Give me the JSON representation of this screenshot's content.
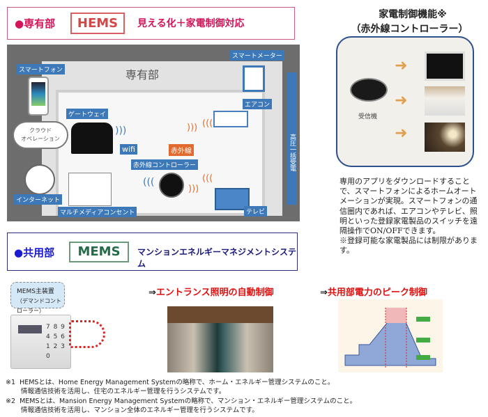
{
  "hems_header": {
    "section": "●専有部",
    "logo": "HEMS",
    "tagline": "見える化＋家電制御対応"
  },
  "diagram": {
    "room_title": "専有部",
    "labels": {
      "smartphone": "スマートフォン",
      "cloud_line1": "クラウド",
      "cloud_line2": "オペレーション",
      "internet": "インターネット",
      "gateway": "ゲートウェイ",
      "wifi": "wifi",
      "infrared": "赤外線",
      "ir_controller": "赤外線コントローラー",
      "multimedia_outlet": "マルチメディアコンセント",
      "smart_meter": "スマートメーター",
      "aircon": "エアコン",
      "tv": "テレビ",
      "high_voltage": "高圧一括受電"
    }
  },
  "ir_feature": {
    "title": "家電制御機能※",
    "subtitle": "（赤外線コントローラー）",
    "receiver_label": "受信機",
    "description": "専用のアプリをダウンロードすることで、スマートフォンによるホームオートメーションが実現。スマートフォンの通信圏内であれば、エアコンやテレビ、照明といった登録家電製品のスイッチを遠隔操作でON/OFFできます。",
    "note": "※登録可能な家電製品には制限があります。"
  },
  "mems_header": {
    "section": "●共用部",
    "logo": "MEMS",
    "tagline": "マンションエネルギーマネジメントシステム"
  },
  "mems": {
    "device_label_line1": "MEMS主装置",
    "device_label_line2": "（デマンドコントローラー）",
    "keypad": [
      "7 8 9",
      "4 5 6",
      "1 2 3",
      "0"
    ],
    "entrance_heading_arrow": "⇒",
    "entrance_heading": "エントランス照明の自動制御",
    "peak_heading_arrow": "⇒",
    "peak_heading": "共用部電力のピーク制御"
  },
  "footnotes": [
    {
      "mark": "※1",
      "line1": "HEMSとは、Home Energy Management Systemの略称で、ホーム・エネルギー管理システムのこと。",
      "line2": "情報通信技術を活用し、住宅のエネルギー管理を行うシステムです。"
    },
    {
      "mark": "※2",
      "line1": "MEMSとは、Mansion Energy Management Systemの略称で、マンション・エネルギー管理システムのこと。",
      "line2": "情報通信技術を活用し、マンション全体のエネルギー管理を行うシステムです。"
    }
  ],
  "colors": {
    "hems_accent": "#d4145a",
    "mems_accent": "#1a1ad0",
    "diagram_label": "#3d78b8",
    "heading_red": "#e01010"
  }
}
